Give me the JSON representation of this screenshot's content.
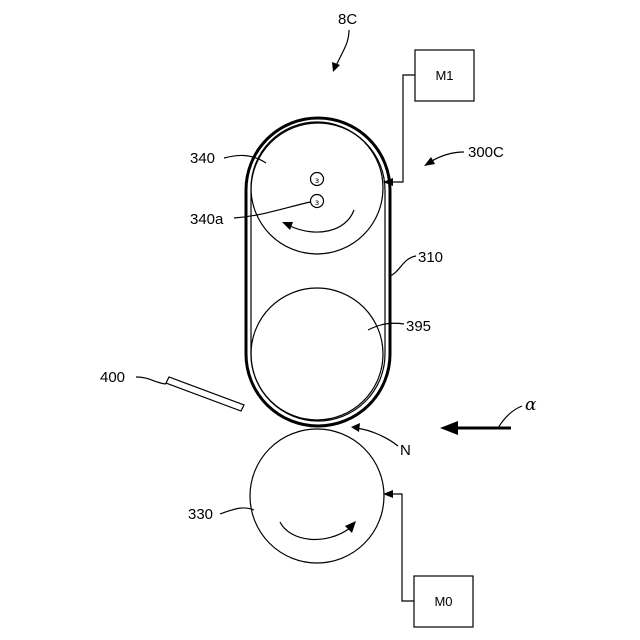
{
  "labels": {
    "fig": "8C",
    "unit": "300C",
    "belt": "310",
    "roller_top": "340",
    "shaft_top": "340a",
    "roller_mid": "395",
    "roller_bottom": "330",
    "nip": "N",
    "guide": "400",
    "direction": "α",
    "motor_top": "M1",
    "motor_bottom": "M0"
  }
}
